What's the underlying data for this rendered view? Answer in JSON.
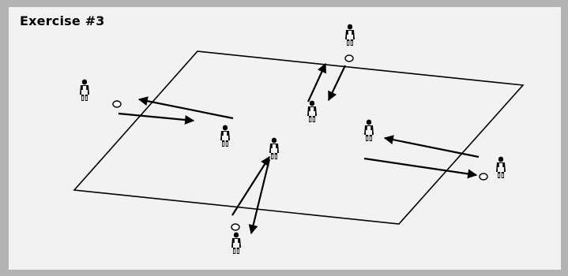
{
  "title": "Exercise #3",
  "colors": {
    "frame": "#b3b3b3",
    "panel": "#f2f2f2",
    "ink": "#000000"
  },
  "elements": {
    "field": "square-field",
    "players": "player-figure",
    "balls": "ball",
    "arrows": "pass-arrow"
  }
}
